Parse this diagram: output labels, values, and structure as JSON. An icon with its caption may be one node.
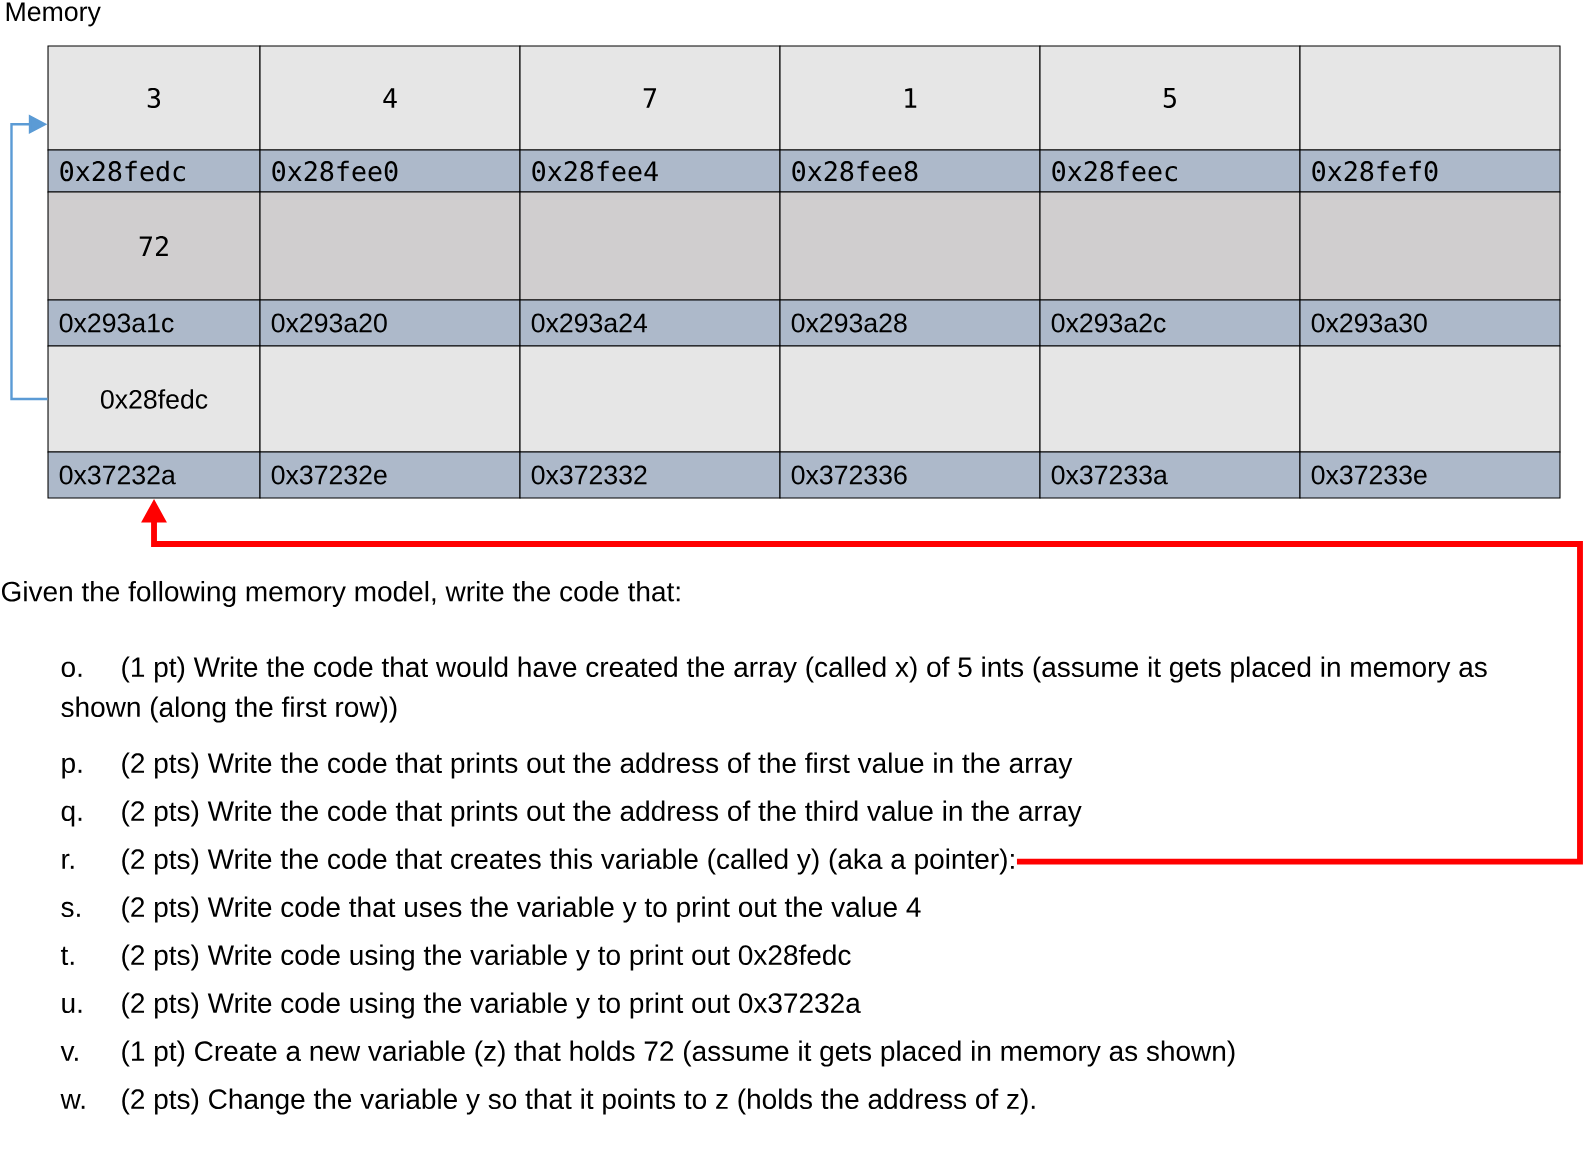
{
  "diagram": {
    "title": "Memory",
    "nodes": [
      {
        "text": [
          "3"
        ]
      },
      {
        "text": [
          "4"
        ]
      },
      {
        "text": [
          "7"
        ]
      },
      {
        "text": [
          "1"
        ]
      },
      {
        "text": [
          "5"
        ]
      },
      {
        "text": [],
        "shape": "box"
      },
      {
        "text": [
          "0x28fedc"
        ]
      },
      {
        "text": [
          "0x28fee0"
        ]
      },
      {
        "text": [
          "0x28fee4"
        ]
      },
      {
        "text": [
          "0x28fee8"
        ]
      },
      {
        "text": [
          "0x28feec"
        ]
      },
      {
        "text": [
          "0x28fef0"
        ]
      },
      {
        "text": [
          "72"
        ]
      },
      {
        "text": [],
        "shape": "box"
      },
      {
        "text": [],
        "shape": "box"
      },
      {
        "text": [],
        "shape": "box"
      },
      {
        "text": [],
        "shape": "box"
      },
      {
        "text": [],
        "shape": "box"
      },
      {
        "text": [
          "0x293a1c"
        ]
      },
      {
        "text": [
          "0x293a20"
        ]
      },
      {
        "text": [
          "0x293a24"
        ]
      },
      {
        "text": [
          "0x293a28"
        ]
      },
      {
        "text": [
          "0x293a2c"
        ]
      },
      {
        "text": [
          "0x293a30"
        ]
      },
      {
        "text": [
          "0x28fedc"
        ]
      },
      {
        "text": [],
        "shape": "box"
      },
      {
        "text": [],
        "shape": "box"
      },
      {
        "text": [],
        "shape": "box"
      },
      {
        "text": [],
        "shape": "box"
      },
      {
        "text": [],
        "shape": "box"
      },
      {
        "text": [
          "0x37232a"
        ]
      },
      {
        "text": [
          "0x37232e"
        ]
      },
      {
        "text": [
          "0x372332"
        ]
      },
      {
        "text": [
          "0x372336"
        ]
      },
      {
        "text": [
          "0x37233a"
        ]
      },
      {
        "text": [
          "0x37233e"
        ]
      },
      {
        "text": [
          "o.",
          "(1 pt) Write the code that would have created the array (called x) of 5 ints (assume it gets placed in memory as shown (along the first row))"
        ]
      },
      {
        "text": [
          "p.",
          "(2 pts) Write the code that prints out the address of the first value in the array"
        ]
      },
      {
        "text": [
          "q.",
          "(2 pts) Write the code that prints out the address of the third value in the array"
        ]
      },
      {
        "text": [
          "r.",
          "(2 pts) Write the code that creates this variable (called y) (aka a pointer):"
        ]
      },
      {
        "text": [
          "s.",
          "(2 pts) Write code that uses the variable y to print out the value 4"
        ]
      },
      {
        "text": [
          "t.",
          "(2 pts) Write code using the variable y to print out 0x28fedc"
        ]
      },
      {
        "text": [
          "u.",
          "(2 pts) Write code using the variable y to print out 0x37232a"
        ]
      },
      {
        "text": [
          "v.",
          "(1 pt) Create a new variable (z) that holds 72 (assume it gets placed in memory as shown)"
        ]
      },
      {
        "text": [
          "w.",
          "(2 pts) Change the variable y so that it points to z (holds the address of z)."
        ]
      }
    ],
    "edges": [
      {
        "from": 24,
        "to": 0,
        "arrow": "to",
        "color": "#5b9bd5"
      },
      {
        "from": 39,
        "to": 30,
        "arrow": "to",
        "style": "thick",
        "color": "#ff0000"
      }
    ],
    "labels": [
      "Given the following memory model, write the code that:"
    ]
  }
}
